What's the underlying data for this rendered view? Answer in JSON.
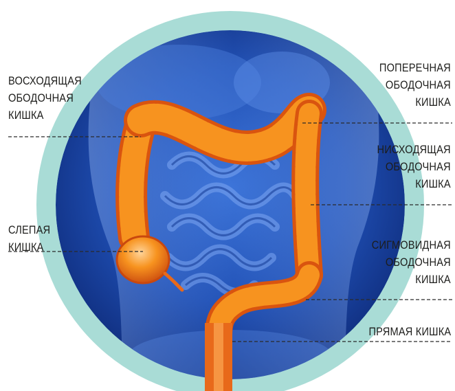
{
  "colors": {
    "ring": "#a9dcd6",
    "background_blue": "#1a3f98",
    "colon_orange": "#f07a1c",
    "leader_line": "#2a2a2a"
  },
  "labels": {
    "ascending": [
      "ВОСХОДЯЩАЯ",
      "ОБОДОЧНАЯ",
      "КИШКА"
    ],
    "cecum": [
      "СЛЕПАЯ",
      "КИШКА"
    ],
    "transverse": [
      "ПОПЕРЕЧНАЯ",
      "ОБОДОЧНАЯ",
      "КИШКА"
    ],
    "descending": [
      "НИСХОДЯЩАЯ",
      "ОБОДОЧНАЯ",
      "КИШКА"
    ],
    "sigmoid": [
      "СИГМОВИДНАЯ",
      "ОБОДОЧНАЯ",
      "КИШКА"
    ],
    "rectum": [
      "ПРЯМАЯ КИШКА"
    ]
  }
}
